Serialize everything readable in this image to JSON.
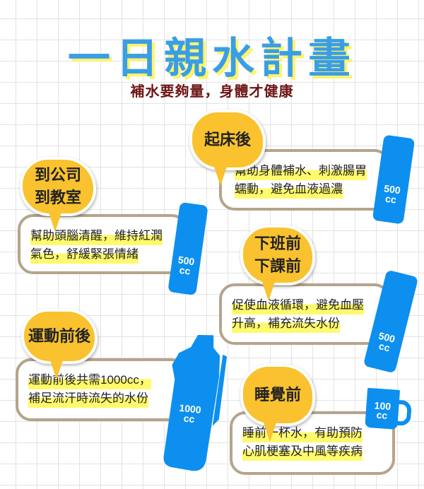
{
  "title": "一日親水計畫",
  "subtitle": "補水要夠量，身體才健康",
  "sections": [
    {
      "label": "起床後",
      "lines": [
        "幫助身體補水、刺激腸胃",
        "蠕動，避免血液過濃"
      ],
      "amount": "500",
      "unit": "cc",
      "container": "bottle"
    },
    {
      "label_lines": [
        "到公司",
        "到教室"
      ],
      "lines": [
        "幫助頭腦清醒，維持紅潤",
        "氣色，舒緩緊張情緒"
      ],
      "amount": "500",
      "unit": "cc",
      "container": "bottle"
    },
    {
      "label_lines": [
        "下班前",
        "下課前"
      ],
      "lines": [
        "促使血液循環，避免血壓",
        "升高，補充流失水份"
      ],
      "amount": "500",
      "unit": "cc",
      "container": "bottle"
    },
    {
      "label": "運動前後",
      "lines": [
        "運動前後共需1000cc，",
        "補足流汗時流失的水份"
      ],
      "amount": "1000",
      "unit": "cc",
      "container": "thermos"
    },
    {
      "label": "睡覺前",
      "lines": [
        "睡前一杯水，有助預防",
        "心肌梗塞及中風等疾病"
      ],
      "amount": "100",
      "unit": "cc",
      "container": "mug"
    }
  ],
  "colors": {
    "title": "#3a9ee6",
    "bubble": "#f9c22e",
    "container": "#0d8ff0",
    "box_border": "#b5a48c",
    "highlight": "#fffa6b"
  }
}
